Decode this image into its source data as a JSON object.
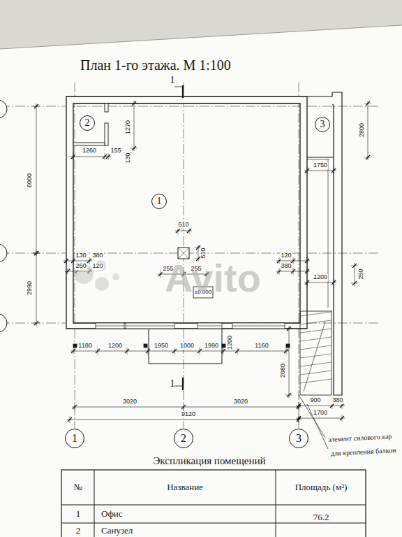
{
  "diagram": {
    "title": "План 1-го этажа. М 1:100",
    "nodes": [
      {
        "text": [
          "2"
        ]
      },
      {
        "text": [
          "3"
        ]
      },
      {
        "text": [
          "1"
        ]
      },
      {
        "text": [
          "1"
        ]
      },
      {
        "text": [
          "2"
        ]
      },
      {
        "text": [
          "3"
        ]
      }
    ],
    "labels": [
      "1",
      "1270",
      "1260",
      "155",
      "130",
      "6000",
      "510",
      "510",
      "130",
      "380",
      "260",
      "120",
      "255",
      "255",
      "120",
      "380",
      "2800",
      "1750",
      "1200",
      "250",
      "2990",
      "±0.000",
      "1180",
      "1200",
      "1950",
      "1000",
      "1990",
      "1200",
      "1160",
      "2080",
      "1",
      "3020",
      "3020",
      "9120",
      "900",
      "380",
      "1700",
      "элемент силового кар",
      "для крепления балкон",
      "Экспликация помещений",
      "№",
      "Название",
      "Площадь (м²)",
      "1",
      "Офис",
      "76.2",
      "2",
      "Санузел",
      "Avito"
    ]
  }
}
